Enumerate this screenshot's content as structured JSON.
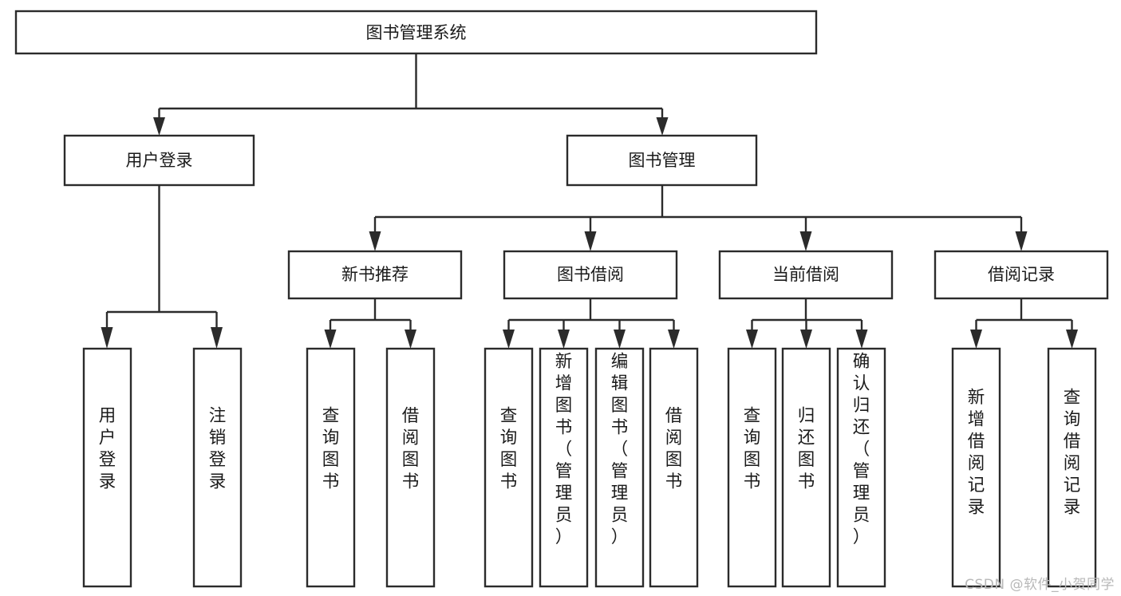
{
  "diagram": {
    "type": "hierarchy-tree",
    "title": "图书管理系统",
    "watermark": "CSDN @软件_小贺同学",
    "levels": 4,
    "nodes": {
      "root": {
        "label": "图书管理系统",
        "level": 1
      },
      "user_login": {
        "label": "用户登录",
        "level": 2
      },
      "book_manage": {
        "label": "图书管理",
        "level": 2
      },
      "new_book_rec": {
        "label": "新书推荐",
        "level": 3
      },
      "book_borrow": {
        "label": "图书借阅",
        "level": 3
      },
      "current_borrow": {
        "label": "当前借阅",
        "level": 3
      },
      "borrow_record": {
        "label": "借阅记录",
        "level": 3
      },
      "leaf_1": {
        "label": "用户登录",
        "level": 4,
        "parent": "user_login"
      },
      "leaf_2": {
        "label": "注销登录",
        "level": 4,
        "parent": "user_login"
      },
      "leaf_3": {
        "label": "查询图书",
        "level": 4,
        "parent": "new_book_rec"
      },
      "leaf_4": {
        "label": "借阅图书",
        "level": 4,
        "parent": "new_book_rec"
      },
      "leaf_5": {
        "label": "查询图书",
        "level": 4,
        "parent": "book_borrow"
      },
      "leaf_6": {
        "label": "新增图书（管理员）",
        "level": 4,
        "parent": "book_borrow"
      },
      "leaf_7": {
        "label": "编辑图书（管理员）",
        "level": 4,
        "parent": "book_borrow"
      },
      "leaf_8": {
        "label": "借阅图书",
        "level": 4,
        "parent": "book_borrow"
      },
      "leaf_9": {
        "label": "查询图书",
        "level": 4,
        "parent": "current_borrow"
      },
      "leaf_10": {
        "label": "归还图书",
        "level": 4,
        "parent": "current_borrow"
      },
      "leaf_11": {
        "label": "确认归还（管理员）",
        "level": 4,
        "parent": "current_borrow"
      },
      "leaf_12": {
        "label": "新增借阅记录",
        "level": 4,
        "parent": "borrow_record"
      },
      "leaf_13": {
        "label": "查询借阅记录",
        "level": 4,
        "parent": "borrow_record"
      }
    },
    "colors": {
      "box_stroke": "#2b2b2b",
      "box_fill": "#ffffff",
      "text": "#1a1a1a",
      "background": "#ffffff",
      "watermark": "#b8b8b8"
    }
  }
}
